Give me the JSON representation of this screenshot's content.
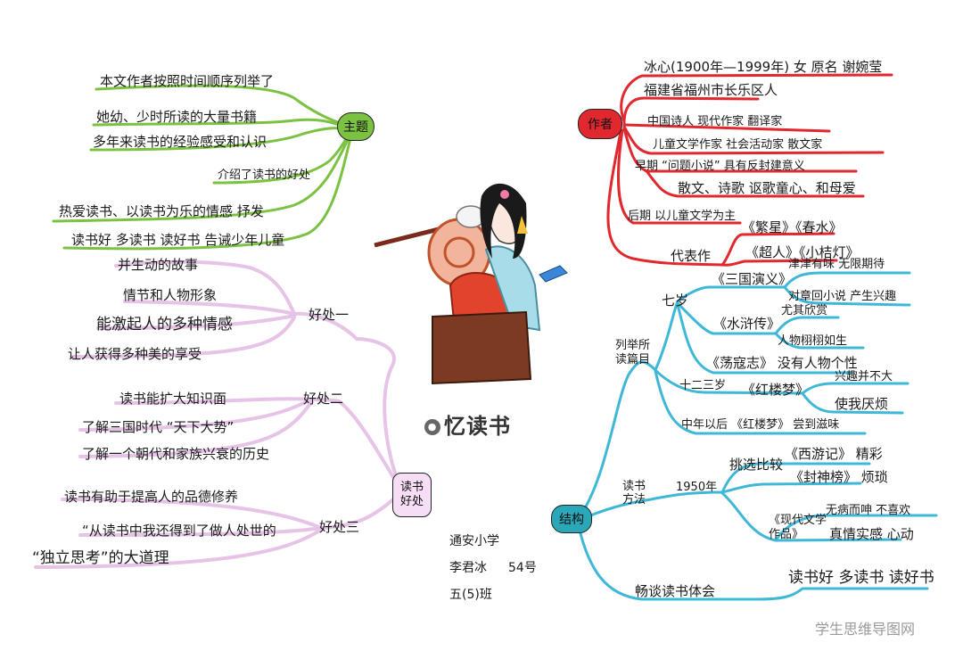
{
  "title": "忆读书",
  "watermark": "学生思维导图网",
  "school": {
    "name": "通安小学",
    "student": "李君冰",
    "number": "54号",
    "class": "五(5)班"
  },
  "colors": {
    "theme_green": "#7cc242",
    "author_red": "#e0282e",
    "structure_blue": "#3fb8d8",
    "benefit_pink": "#e7c3e8",
    "node_teal": "#2aa7b8"
  },
  "theme": {
    "label": "主题",
    "items": [
      "本文作者按照时间顺序列举了",
      "她幼、少时所读的大量书籍",
      "多年来读书的经验感受和认识",
      "介绍了读书的好处",
      "热爱读书、以读书为乐的情感  抒发",
      "读书好  多读书  读好书  告诫少年儿童"
    ]
  },
  "author": {
    "label": "作者",
    "items": [
      "冰心(1900年—1999年) 女 原名 谢婉莹",
      "福建省福州市长乐区人",
      "中国诗人  现代作家  翻译家",
      "儿童文学作家  社会活动家  散文家",
      "早期 “问题小说” 具有反封建意义",
      "散文、诗歌 讴歌童心、和母爱",
      "后期 以儿童文学为主"
    ],
    "works_label": "代表作",
    "works": [
      "《繁星》《春水》",
      "《超人》《小桔灯》"
    ]
  },
  "structure": {
    "label": "结构",
    "listed_label": "列举所读篇目",
    "age7": "七岁",
    "sanguo": "《三国演义》",
    "sanguo_notes": [
      "津津有味  无限期待",
      "对章回小说 产生兴趣"
    ],
    "shuihu": "《水浒传》",
    "shuihu_notes": [
      "尤其欣赏",
      "人物栩栩如生"
    ],
    "dangkou": "《荡寇志》  没有人物个性",
    "age1213": "十二三岁",
    "honglou": "《红楼梦》",
    "honglou_notes": [
      "兴趣并不大",
      "使我厌烦"
    ],
    "middle": "中年以后 《红楼梦》  尝到滋味",
    "method_label": "读书方法",
    "year1950": "1950年",
    "pick": "挑选比较",
    "xiyou": "《西游记》 精彩",
    "fengshen": "《封神榜》 烦琐",
    "modern": "《现代文学作品》",
    "modern_notes": [
      "无病而呻  不喜欢",
      "真情实感  心动"
    ],
    "feeling_label": "畅谈读书体会",
    "feeling": "读书好  多读书  读好书"
  },
  "benefits": {
    "label": "读书好处",
    "b1_label": "好处一",
    "b1": [
      "并生动的故事",
      "情节和人物形象",
      "能激起人的多种情感",
      "让人获得多种美的享受"
    ],
    "b2_label": "好处二",
    "b2": [
      "读书能扩大知识面",
      "了解三国时代 “天下大势”",
      "了解一个朝代和家族兴衰的历史"
    ],
    "b3_label": "好处三",
    "b3": [
      "读书有助于提高人的品德修养",
      "“从读书中我还得到了做人处世的",
      "“独立思考”的大道理"
    ]
  }
}
